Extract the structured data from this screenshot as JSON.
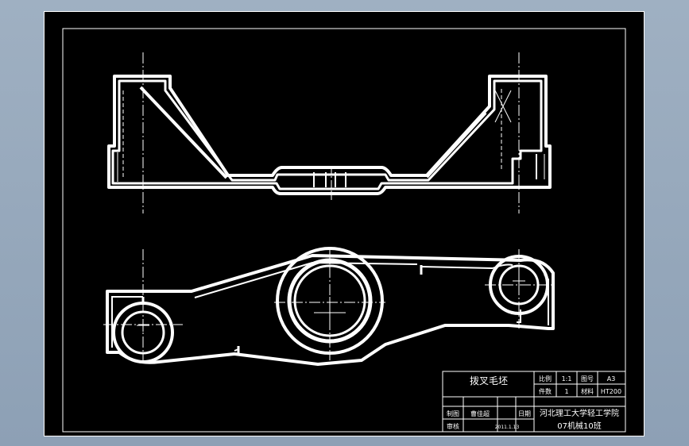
{
  "title_block": {
    "part_name": "拨叉毛坯",
    "scale_label": "比例",
    "scale_value": "1:1",
    "drawing_no_label": "图号",
    "drawing_no_value": "A3",
    "quantity_label": "件数",
    "quantity_value": "1",
    "material_label": "材料",
    "material_value": "HT200",
    "drafter_label": "制图",
    "drafter_name": "曹佳超",
    "date_label": "日期",
    "reviewer_label": "审核",
    "date_value": "2011.1.13",
    "school": "河北理工大学轻工学院",
    "class_name": "07机械10班"
  },
  "colors": {
    "background": "#000000",
    "line": "#ffffff",
    "viewport": "#9fb0c2"
  }
}
